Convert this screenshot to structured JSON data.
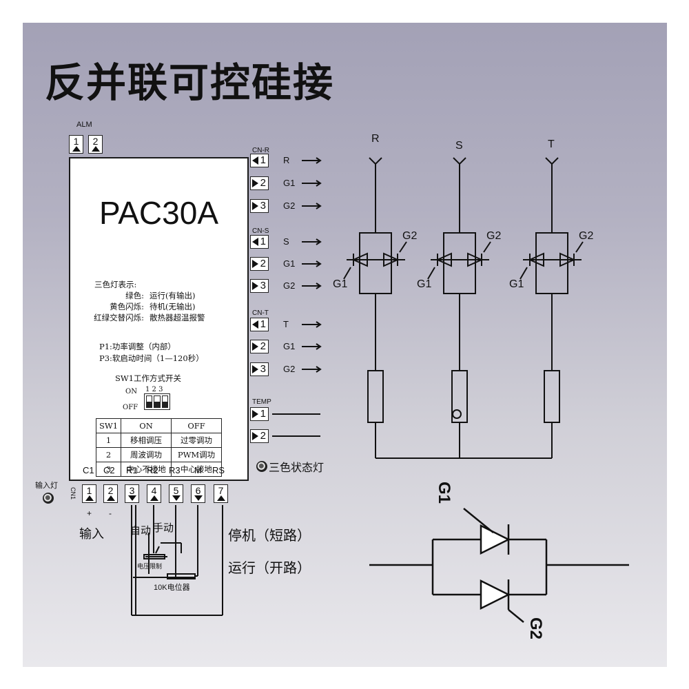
{
  "title": "反并联可控硅接",
  "module": {
    "model": "PAC30A",
    "alm_label": "ALM",
    "alm_pins": [
      "1",
      "2"
    ],
    "led_info": [
      {
        "label": "三色灯表示:",
        "desc": ""
      },
      {
        "label": "绿色:",
        "desc": "运行(有输出)"
      },
      {
        "label": "黄色闪烁:",
        "desc": "待机(无输出)"
      },
      {
        "label": "红绿交替闪烁:",
        "desc": "散热器超温报警"
      }
    ],
    "pots": [
      "P1:功率调整（内部）",
      "P3:软启动时间（1—120秒）"
    ],
    "sw_title": "SW1工作方式开关",
    "dip": {
      "on": "ON",
      "off": "OFF",
      "numbers": "1 2 3"
    },
    "sw_table": {
      "headers": [
        "SW1",
        "ON",
        "OFF"
      ],
      "rows": [
        [
          "1",
          "移相调压",
          "过零调功"
        ],
        [
          "2",
          "周波调功",
          "PWM调功"
        ],
        [
          "3",
          "中心不接地",
          "中心接地"
        ]
      ]
    },
    "bottom_pin_labels": [
      "C1",
      "C2",
      "R1",
      "R2",
      "R3",
      "M",
      "RS"
    ]
  },
  "connectors": [
    {
      "name": "CN-R",
      "pins": [
        {
          "num": "1",
          "signal": "R"
        },
        {
          "num": "2",
          "signal": "G1"
        },
        {
          "num": "3",
          "signal": "G2"
        }
      ]
    },
    {
      "name": "CN-S",
      "pins": [
        {
          "num": "1",
          "signal": "S"
        },
        {
          "num": "2",
          "signal": "G1"
        },
        {
          "num": "3",
          "signal": "G2"
        }
      ]
    },
    {
      "name": "CN-T",
      "pins": [
        {
          "num": "1",
          "signal": "T"
        },
        {
          "num": "2",
          "signal": "G1"
        },
        {
          "num": "3",
          "signal": "G2"
        }
      ]
    }
  ],
  "temp": {
    "name": "TEMP",
    "pins": [
      "1",
      "2"
    ]
  },
  "status_led_label": "三色状态灯",
  "input_led_label": "输入灯",
  "cn1": {
    "name": "CN1",
    "pins": [
      "1",
      "2",
      "3",
      "4",
      "5",
      "6",
      "7"
    ],
    "plus": "+",
    "minus": "-"
  },
  "wiring_notes": {
    "input": "输入",
    "auto": "自动",
    "manual": "手动",
    "voltage_limit": "电压限制",
    "pot": "10K电位器",
    "stop": "停机（短路）",
    "run": "运行（开路）"
  },
  "phases": [
    {
      "name": "R",
      "g1": "G1",
      "g2": "G2"
    },
    {
      "name": "S",
      "g1": "G1",
      "g2": "G2"
    },
    {
      "name": "T",
      "g1": "G1",
      "g2": "G2"
    }
  ],
  "detail": {
    "g1": "G1",
    "g2": "G2"
  }
}
